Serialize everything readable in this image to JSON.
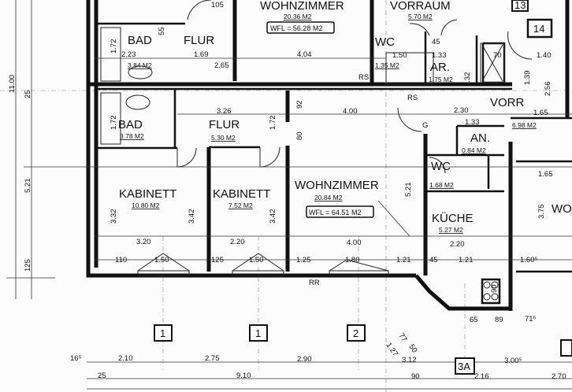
{
  "rooms": [
    {
      "name": "BAD",
      "area": "3.84 M2"
    },
    {
      "name": "FLUR",
      "area": ""
    },
    {
      "name": "WOHNZIMMER",
      "area": "20.36 M2"
    },
    {
      "name": "VORRAUM",
      "area": "5.70 M2"
    },
    {
      "name": "WC",
      "area": "1.35 M2"
    },
    {
      "name": "AR.",
      "area": "1.75 M2"
    },
    {
      "name": "BAD",
      "area": "3.78 M2"
    },
    {
      "name": "FLUR",
      "area": "5.30 M2"
    },
    {
      "name": "KABINETT",
      "area": "10.80 M2"
    },
    {
      "name": "KABINETT",
      "area": "7.52 M2"
    },
    {
      "name": "WOHNZIMMER",
      "area": "20.84 M2"
    },
    {
      "name": "VORR",
      "area": "6.98 M2"
    },
    {
      "name": "AN.",
      "area": "0.84 M2"
    },
    {
      "name": "WC",
      "area": "1.68 M2"
    },
    {
      "name": "KÜCHE",
      "area": "5.27 M2"
    },
    {
      "name": "WO",
      "area": ""
    }
  ],
  "wfl": [
    "WFL = 56.28 M2",
    "WFL = 64.51 M2"
  ],
  "markers": [
    "1",
    "1",
    "2",
    "3A",
    "14",
    "13"
  ],
  "dims": [
    "1.72",
    "2.23",
    "55",
    "1.69",
    "2.65",
    "4.04",
    "1.72",
    "3.26",
    "4.00",
    "92",
    "80",
    "1.72",
    "3.32",
    "3.42",
    "3.42",
    "3.20",
    "2.20",
    "4.00",
    "110",
    "1.50",
    "125",
    "1.50",
    "1.25",
    "1.80",
    "1.21",
    "5.21",
    "45",
    "1.21",
    "2.20",
    "2.30",
    "1.33",
    "1.65",
    "1.39",
    "2.56",
    "1.40",
    "3.75",
    "1.65",
    "2.10",
    "2.75",
    "2.90",
    "3.12",
    "3.00⁵",
    "16⁵",
    "9.10",
    "90",
    "2.16",
    "2.70",
    "25",
    "11.00",
    "5.21",
    "25",
    "125",
    "65",
    "89",
    "77",
    "50",
    "1.27",
    "1.50",
    "1.33",
    "1.32",
    "45",
    "70",
    "RS",
    "RS",
    "G",
    "RR",
    "1.60⁵",
    "71⁵",
    "90",
    "105"
  ]
}
